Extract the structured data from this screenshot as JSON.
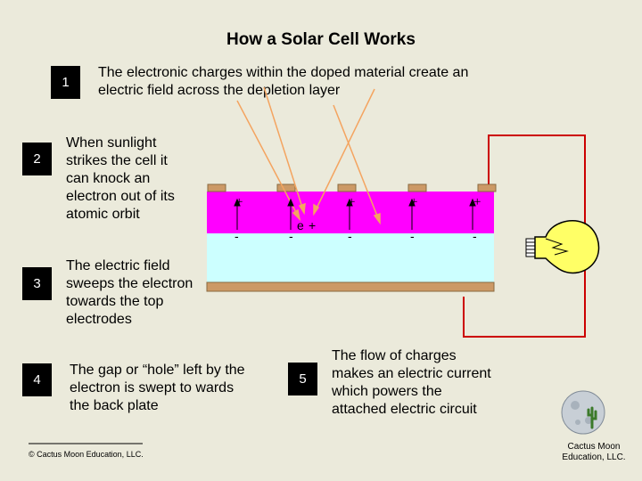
{
  "title": "How a Solar Cell Works",
  "steps": [
    {
      "number": "1",
      "text": "The electronic charges within the doped material create an electric field across the depletion layer"
    },
    {
      "number": "2",
      "text": "When sunlight strikes the cell it can knock an electron out of its atomic orbit"
    },
    {
      "number": "3",
      "text": "The electric field sweeps the electron towards the top electrodes"
    },
    {
      "number": "4",
      "text": "The gap or “hole” left by the electron is swept to wards the back plate"
    },
    {
      "number": "5",
      "text": "The flow of charges makes an electric current which powers the attached electric circuit"
    }
  ],
  "cell": {
    "plus_sign": "+",
    "minus_sign": "-",
    "electron_label": "e",
    "colors": {
      "top_layer": "#ff00ff",
      "bottom_layer": "#ccffff",
      "electrodes": "#cc9966",
      "back_plate": "#cc9966",
      "sunlight": "#f4a460",
      "circuit_wire": "#cc0000",
      "bulb": "#ffff66"
    }
  },
  "logo": {
    "text": "Cactus Moon Education, LLC."
  },
  "copyright": "© Cactus Moon Education, LLC."
}
